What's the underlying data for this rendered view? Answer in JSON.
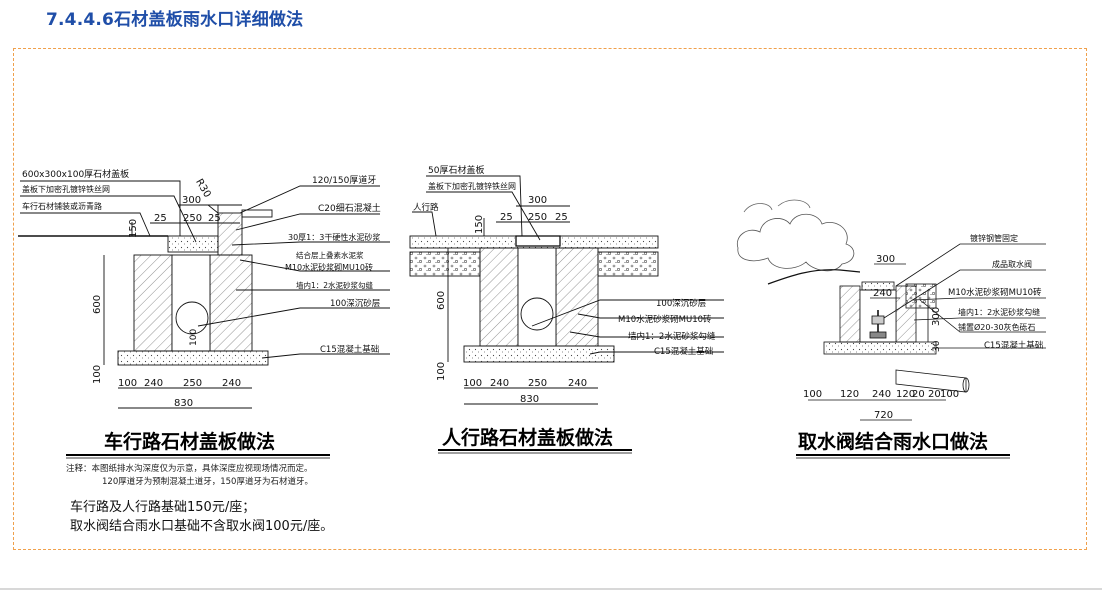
{
  "title": "7.4.4.6石材盖板雨水口详细做法",
  "d1": {
    "caption": "车行路石材盖板做法",
    "left_labels": [
      "600x300x100厚石材盖板",
      "盖板下加密孔镀锌铁丝网",
      "车行石材铺装或沥青路"
    ],
    "right_labels": [
      "120/150厚道牙",
      "C20细石混凝土",
      "30厚1：3干硬性水泥砂浆",
      "结合层上叠素水泥浆",
      "M10水泥砂浆砌MU10砖",
      "墙内1：2水泥砂浆勾缝",
      "100深沉砂层",
      "C15混凝土基础"
    ],
    "dims": {
      "r": "R30",
      "top_w": "300",
      "top_parts": [
        "25",
        "250",
        "25"
      ],
      "curb_h": "150",
      "body_h": "600",
      "sand": "100",
      "base_h": "100",
      "bottom_parts": [
        "100",
        "240",
        "250",
        "240"
      ],
      "total": "830"
    }
  },
  "d2": {
    "caption": "人行路石材盖板做法",
    "left_labels": [
      "50厚石材盖板",
      "盖板下加密孔镀锌铁丝网",
      "人行路"
    ],
    "right_labels": [
      "100深沉砂层",
      "M10水泥砂浆砌MU10砖",
      "墙内1：2水泥砂浆勾缝",
      "C15混凝土基础"
    ],
    "dims": {
      "top_w": "300",
      "top_parts": [
        "25",
        "250",
        "25"
      ],
      "top_h": "150",
      "body_h": "600",
      "base_h": "100",
      "bottom_parts": [
        "100",
        "240",
        "250",
        "240"
      ],
      "total": "830"
    }
  },
  "d3": {
    "caption": "取水阀结合雨水口做法",
    "right_labels": [
      "镀锌钢管固定",
      "成品取水阀",
      "M10水泥砂浆砌MU10砖",
      "墙内1：2水泥砂浆勾缝",
      "铺置Ø20-30灰色砾石",
      "C15混凝土基础"
    ],
    "dims": {
      "top": "300",
      "inner": "240",
      "h1": "300",
      "h2": "30",
      "bottom_parts": [
        "100",
        "120",
        "240",
        "120",
        "20",
        "20",
        "100"
      ],
      "total": "720"
    }
  },
  "notes": [
    "注释：本图纸排水沟深度仅为示意，具体深度应视现场情况而定。",
    "120厚道牙为预制混凝土道牙，150厚道牙为石材道牙。"
  ],
  "footer": [
    "车行路及人行路基础150元/座；",
    "取水阀结合雨水口基础不含取水阀100元/座。"
  ]
}
